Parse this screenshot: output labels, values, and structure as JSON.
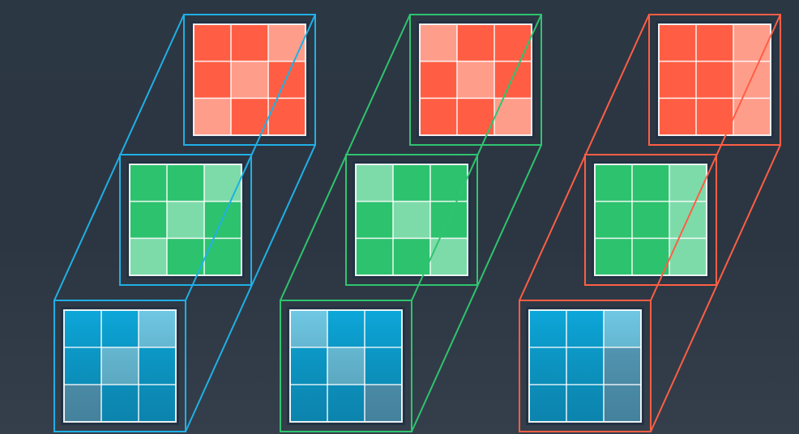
{
  "palette": {
    "background": "#2c3744",
    "kernel_bg": "#223244",
    "cell_divider": "#ffffff",
    "red_dark": "#ff5e44",
    "red_light": "#ff9d8b",
    "green_dark": "#2dc26e",
    "green_light": "#7ddbaa",
    "blue_dark": "#0da7da",
    "blue_light": "#6fc8e4",
    "blue_grey": "#5aa3c2",
    "outline_blue": "#1fb0e6",
    "outline_green": "#2fc46f",
    "outline_red": "#ff5e44"
  },
  "filters": [
    {
      "name": "filter-1",
      "outline": "outline_blue",
      "kernels": [
        {
          "channel": "red",
          "cells": [
            "D",
            "D",
            "L",
            "D",
            "L",
            "D",
            "L",
            "D",
            "D"
          ]
        },
        {
          "channel": "green",
          "cells": [
            "D",
            "D",
            "L",
            "D",
            "L",
            "D",
            "L",
            "D",
            "D"
          ]
        },
        {
          "channel": "blue",
          "cells": [
            "D",
            "D",
            "L",
            "D",
            "L",
            "D",
            "G",
            "D",
            "D"
          ]
        }
      ]
    },
    {
      "name": "filter-2",
      "outline": "outline_green",
      "kernels": [
        {
          "channel": "red",
          "cells": [
            "L",
            "D",
            "D",
            "D",
            "L",
            "D",
            "D",
            "D",
            "L"
          ]
        },
        {
          "channel": "green",
          "cells": [
            "L",
            "D",
            "D",
            "D",
            "L",
            "D",
            "D",
            "D",
            "L"
          ]
        },
        {
          "channel": "blue",
          "cells": [
            "L",
            "D",
            "D",
            "D",
            "L",
            "D",
            "D",
            "D",
            "G"
          ]
        }
      ]
    },
    {
      "name": "filter-3",
      "outline": "outline_red",
      "kernels": [
        {
          "channel": "red",
          "cells": [
            "D",
            "D",
            "L",
            "D",
            "D",
            "L",
            "D",
            "D",
            "L"
          ]
        },
        {
          "channel": "green",
          "cells": [
            "D",
            "D",
            "L",
            "D",
            "D",
            "L",
            "D",
            "D",
            "L"
          ]
        },
        {
          "channel": "blue",
          "cells": [
            "D",
            "D",
            "L",
            "D",
            "D",
            "G",
            "D",
            "D",
            "G"
          ]
        }
      ]
    }
  ]
}
